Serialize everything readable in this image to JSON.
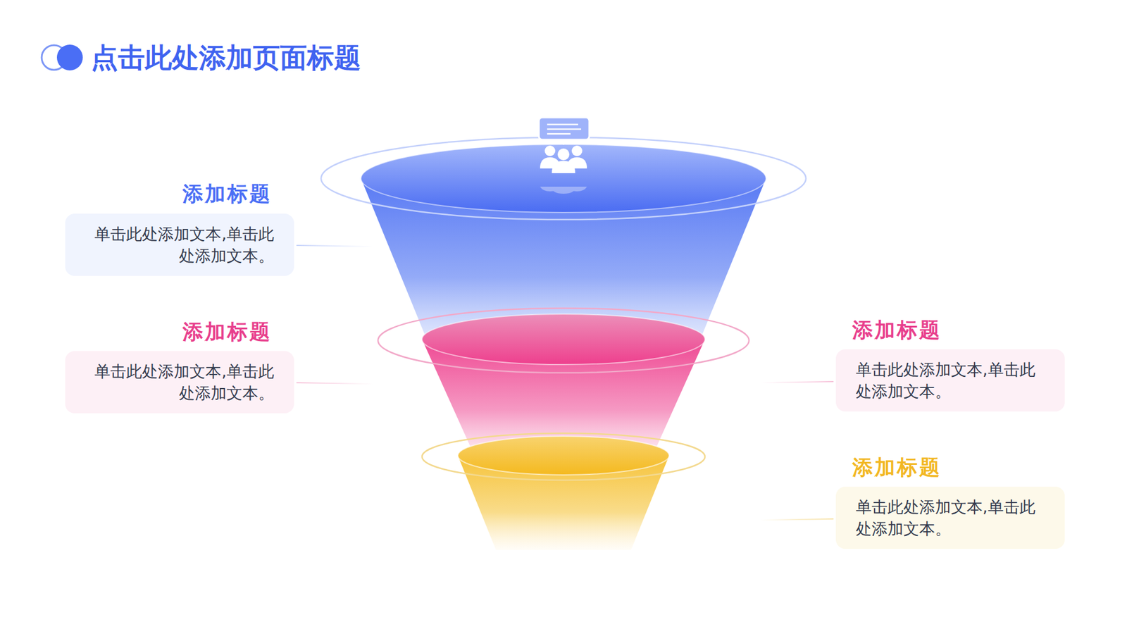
{
  "diagram": {
    "title": "点击此处添加页面标题",
    "nodes": [
      {
        "text": [
          "添加标题",
          "单击此处添加文本,单击此处添加文本。"
        ]
      },
      {
        "text": [
          "添加标题",
          "单击此处添加文本,单击此处添加文本。"
        ]
      },
      {
        "text": [
          "添加标题",
          "单击此处添加文本,单击此处添加文本。"
        ]
      },
      {
        "text": [
          "添加标题",
          "单击此处添加文本,单击此处添加文本。"
        ]
      }
    ]
  }
}
